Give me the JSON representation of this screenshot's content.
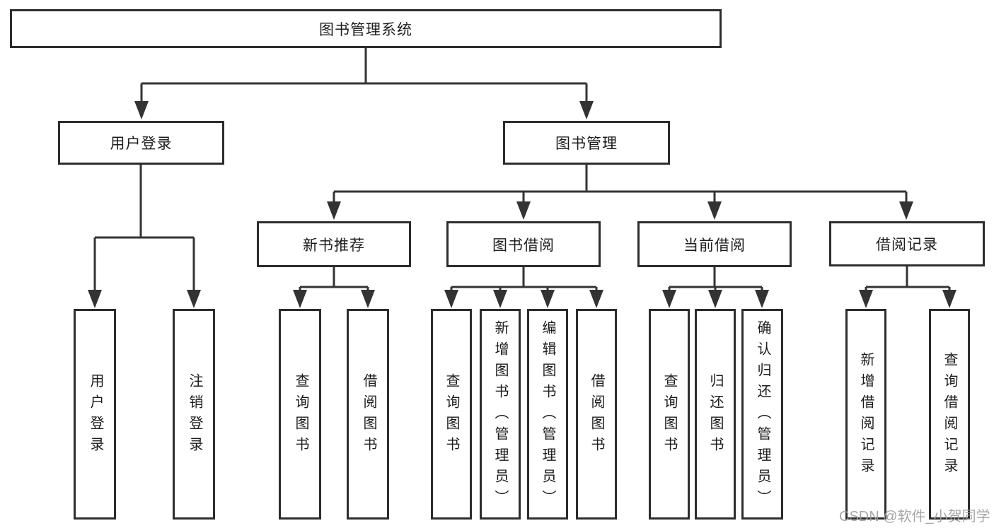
{
  "tree": {
    "root": "图书管理系统",
    "branches": [
      {
        "label": "用户登录",
        "leaves": [
          "用户登录",
          "注销登录"
        ]
      },
      {
        "label": "图书管理",
        "groups": [
          {
            "label": "新书推荐",
            "leaves": [
              "查询图书",
              "借阅图书"
            ]
          },
          {
            "label": "图书借阅",
            "leaves": [
              "查询图书",
              "新增图书（管理员）",
              "编辑图书（管理员）",
              "借阅图书"
            ]
          },
          {
            "label": "当前借阅",
            "leaves": [
              "查询图书",
              "归还图书",
              "确认归还（管理员）"
            ]
          },
          {
            "label": "借阅记录",
            "leaves": [
              "新增借阅记录",
              "查询借阅记录"
            ]
          }
        ]
      }
    ]
  },
  "watermark": "CSDN @软件_小贺同学",
  "colors": {
    "line": "#333333",
    "border": "#2d2d2d",
    "text": "#1d1d1d",
    "watermark": "#9e9e9e",
    "background": "#ffffff"
  }
}
